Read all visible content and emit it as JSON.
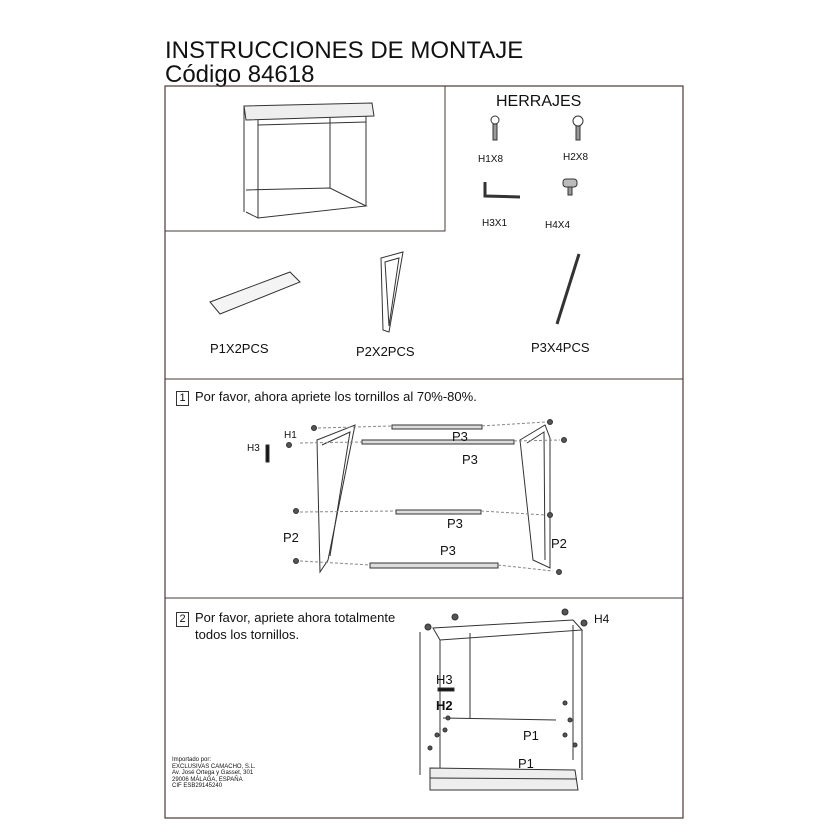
{
  "header": {
    "title": "INSTRUCCIONES DE MONTAJE",
    "code": "Código 84618"
  },
  "hardware": {
    "title": "HERRAJES",
    "items": [
      "H1X8",
      "H2X8",
      "H3X1",
      "H4X4"
    ]
  },
  "parts": [
    "P1X2PCS",
    "P2X2PCS",
    "P3X4PCS"
  ],
  "step1": {
    "number": "1",
    "text": "Por favor, ahora apriete los tornillos al 70%-80%.",
    "labels": {
      "h3": "H3",
      "h1": "H1",
      "p3": "P3",
      "p2": "P2"
    }
  },
  "step2": {
    "number": "2",
    "line1": "Por favor, apriete ahora totalmente",
    "line2": "todos los tornillos.",
    "labels": {
      "h4": "H4",
      "h3": "H3",
      "h2": "H2",
      "p1": "P1"
    }
  },
  "footer": {
    "lines": [
      "Importado por:",
      "EXCLUSIVAS CAMACHO, S.L.",
      "Av. José Ortega y Gasset, 301",
      "29006 MÁLAGA, ESPAÑA",
      "CIF ESB29145240"
    ]
  }
}
